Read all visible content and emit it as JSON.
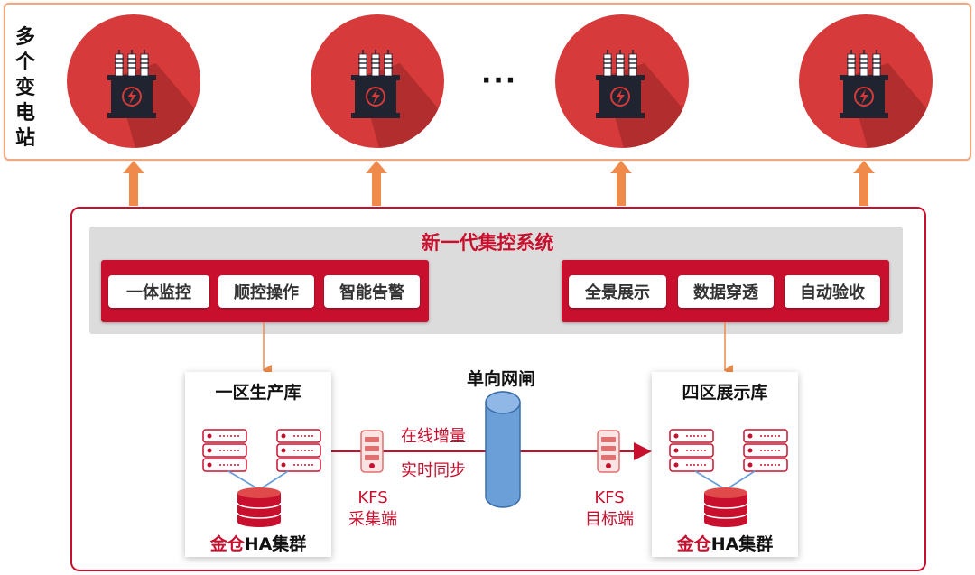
{
  "top": {
    "title": "多个变电站",
    "ellipsis": "···",
    "substations": [
      "substation-1",
      "substation-2",
      "substation-3",
      "substation-4"
    ]
  },
  "system": {
    "title": "新一代集控系统",
    "left_group": [
      "一体监控",
      "顺控操作",
      "智能告警"
    ],
    "right_group": [
      "全景展示",
      "数据穿透",
      "自动验收"
    ]
  },
  "left_db": {
    "title": "一区生产库",
    "cluster_prefix": "金仓",
    "cluster_suffix": "HA集群"
  },
  "right_db": {
    "title": "四区展示库",
    "cluster_prefix": "金仓",
    "cluster_suffix": "HA集群"
  },
  "gateway": {
    "title": "单向网闸"
  },
  "flow": {
    "line1": "在线增量",
    "line2": "实时同步"
  },
  "kfs_source": {
    "line1": "KFS",
    "line2": "采集端"
  },
  "kfs_target": {
    "line1": "KFS",
    "line2": "目标端"
  },
  "colors": {
    "brand_red": "#c8102e",
    "orange_arrow": "#ef8a4a",
    "gateway_blue": "#6a9fd8",
    "circle_red": "#d63a3a"
  },
  "icons": {
    "substation": "transformer-icon",
    "server": "server-rack-icon",
    "database": "database-icon",
    "kfs": "kfs-device-icon",
    "gateway": "cylinder-gateway-icon"
  }
}
